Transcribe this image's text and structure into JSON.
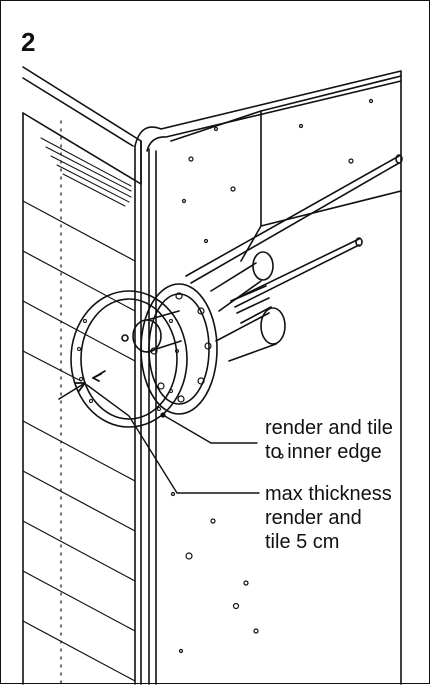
{
  "step_number": "2",
  "annotations": {
    "render_tile": [
      "render and tile",
      "to inner edge"
    ],
    "max_thickness": [
      "max thickness",
      "render and",
      "tile 5 cm"
    ]
  }
}
